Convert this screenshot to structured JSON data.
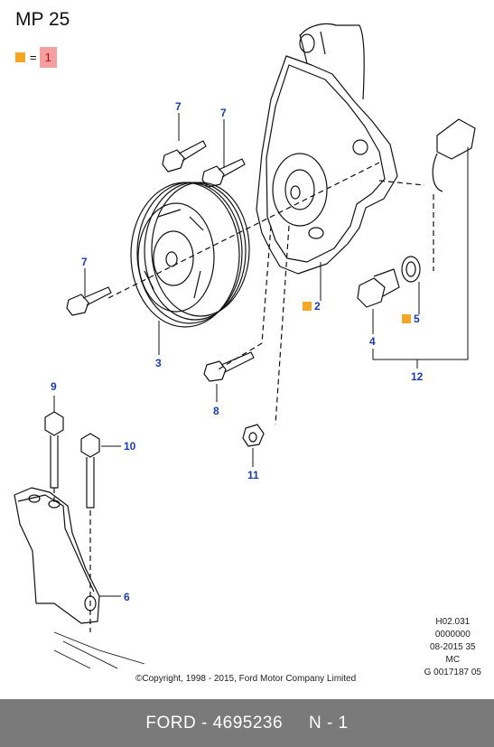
{
  "title": "MP 25",
  "legend": {
    "marker_color": "#f5a623",
    "equals": "=",
    "value": "1"
  },
  "callouts": {
    "c2": "2",
    "c3": "3",
    "c4": "4",
    "c5": "5",
    "c6": "6",
    "c7a": "7",
    "c7b": "7",
    "c7c": "7",
    "c8": "8",
    "c9": "9",
    "c10": "10",
    "c11": "11",
    "c12": "12"
  },
  "reference": {
    "line1": "H02.031",
    "line2": "0000000",
    "line3": "08-2015 35",
    "line4": "MC",
    "line5": "G 0017187 05"
  },
  "copyright": "©Copyright, 1998 - 2015, Ford Motor Company Limited",
  "footer": {
    "brand": "FORD - 4695236",
    "page": "N - 1"
  },
  "colors": {
    "callout": "#1a3bb0",
    "footer_bg": "#7a7a7a",
    "marker": "#f5a623"
  }
}
